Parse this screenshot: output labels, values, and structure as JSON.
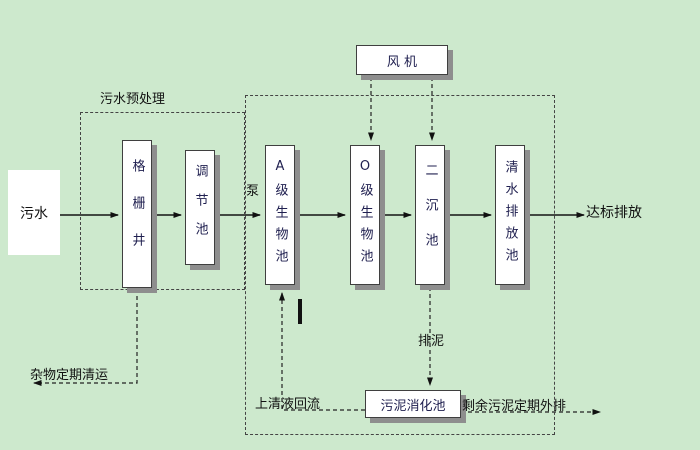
{
  "colors": {
    "background": "#cde9cd",
    "box_fill": "#ffffff",
    "box_border": "#3f3f3f",
    "box_shadow": "#8e8e8e",
    "line": "#141414",
    "box_text": "#202050",
    "label_text": "#111111"
  },
  "nodes": {
    "influent": "污水",
    "grid_well": "格栅井",
    "regulating_tank": "调节池",
    "a_bio_tank": "A级生物池",
    "o_bio_tank": "O级生物池",
    "secondary_clarifier": "二沉池",
    "clear_water_tank": "清水排放池",
    "fan": "风 机",
    "sludge_digestion_tank": "污泥消化池"
  },
  "labels": {
    "pretreatment_group": "污水预处理",
    "pump": "泵",
    "effluent": "达标排放",
    "debris_removal": "杂物定期清运",
    "supernatant_return": "上清液回流",
    "sludge_discharge": "排泥",
    "excess_sludge_out": "剩余污泥定期外排"
  }
}
